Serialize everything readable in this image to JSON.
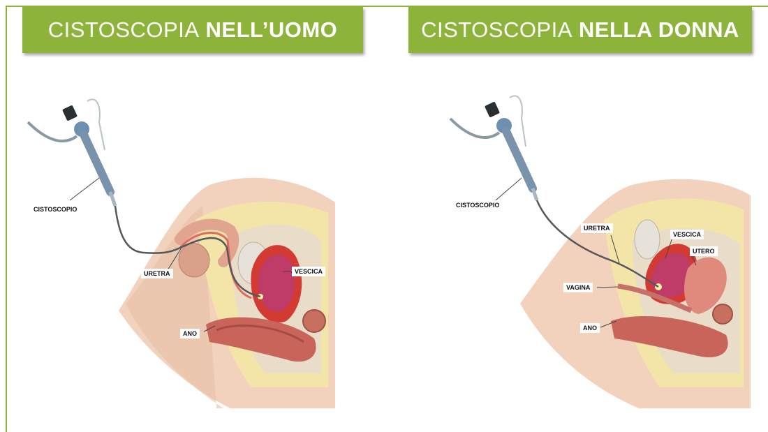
{
  "header_left": {
    "light": "CISTOSCOPIA",
    "bold": "NELL’UOMO"
  },
  "header_right": {
    "light": "CISTOSCOPIA",
    "bold": "NELLA DONNA"
  },
  "male_labels": {
    "cistoscopio": "CISTOSCOPIO",
    "uretra": "URETRA",
    "vescica": "VESCICA",
    "ano": "ANO"
  },
  "female_labels": {
    "cistoscopio": "CISTOSCOPIO",
    "uretra": "URETRA",
    "vescica": "VESCICA",
    "utero": "UTERO",
    "vagina": "VAGINA",
    "ano": "ANO"
  },
  "colors": {
    "accent": "#8eb33b",
    "skin": "#f2d2bd",
    "bladder": "#d23a32",
    "fat": "#f3e4a8"
  }
}
